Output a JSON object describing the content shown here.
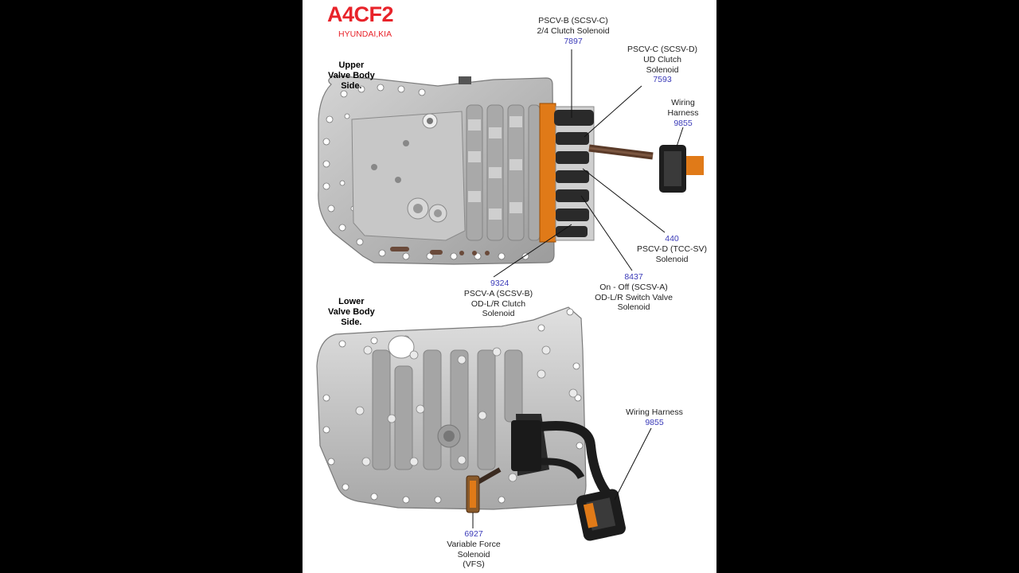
{
  "header": {
    "title": "A4CF2",
    "subtitle": "HYUNDAI,KIA"
  },
  "sides": {
    "upper": [
      "Upper",
      "Valve Body",
      "Side."
    ],
    "lower": [
      "Lower",
      "Valve Body",
      "Side."
    ]
  },
  "labels": {
    "pscv_b": {
      "part": "7897",
      "lines": [
        "PSCV-B (SCSV-C)",
        "2/4 Clutch Solenoid"
      ]
    },
    "pscv_c": {
      "part": "7593",
      "lines": [
        "PSCV-C (SCSV-D)",
        "UD Clutch",
        "Solenoid"
      ]
    },
    "harness_upper": {
      "part": "9855",
      "lines": [
        "Wiring",
        "Harness"
      ]
    },
    "pscv_d": {
      "part": "440",
      "lines": [
        "PSCV-D (TCC-SV)",
        "Solenoid"
      ]
    },
    "on_off": {
      "part": "8437",
      "lines": [
        "On - Off (SCSV-A)",
        "OD-L/R Switch Valve",
        "Solenoid"
      ]
    },
    "pscv_a": {
      "part": "9324",
      "lines": [
        "PSCV-A (SCSV-B)",
        "OD-L/R Clutch",
        "Solenoid"
      ]
    },
    "harness_lower": {
      "part": "9855",
      "lines": [
        "Wiring Harness"
      ]
    },
    "vfs": {
      "part": "6927",
      "lines": [
        "Variable Force",
        "Solenoid",
        "(VFS)"
      ]
    }
  },
  "colors": {
    "title": "#e8232a",
    "part_number": "#3a3ab8",
    "plate": "#b9b9b9",
    "solenoid_pack": "#e07a18",
    "background": "#000000"
  }
}
